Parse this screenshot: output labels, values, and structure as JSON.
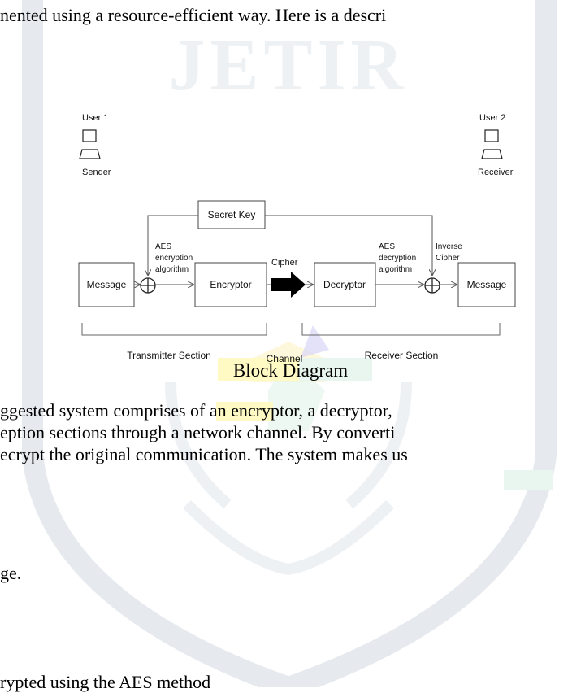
{
  "watermark": {
    "text": "JETIR"
  },
  "top_line": "nented using a resource-efficient way. Here is a descri",
  "diagram": {
    "user1_label": "User 1",
    "user1_role": "Sender",
    "user2_label": "User 2",
    "user2_role": "Receiver",
    "secret_key": "Secret Key",
    "message_left": "Message",
    "aes_enc_1": "AES",
    "aes_enc_2": "encryption",
    "aes_enc_3": "algorithm",
    "encryptor": "Encryptor",
    "cipher": "Cipher",
    "decryptor": "Decryptor",
    "aes_dec_1": "AES",
    "aes_dec_2": "decryption",
    "aes_dec_3": "algorithm",
    "inverse_1": "Inverse",
    "inverse_2": "Cipher",
    "message_right": "Message",
    "transmitter_section": "Transmitter Section",
    "channel": "Channel",
    "receiver_section": "Receiver Section"
  },
  "caption": "Block Diagram",
  "body_lines": [
    "ggested system comprises of an encryptor, a decryptor,",
    "eption sections through a network channel. By converti",
    "ecrypt the original communication. The system makes us"
  ],
  "list_lines": [
    "ge.",
    "rypted using the AES method"
  ]
}
